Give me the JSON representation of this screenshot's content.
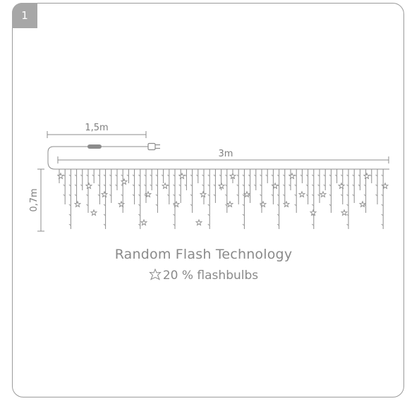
{
  "panel": {
    "number": "1"
  },
  "dimensions": {
    "cable_length": "1,5m",
    "curtain_width": "3m",
    "drop_height": "0,7m"
  },
  "caption": {
    "title": "Random Flash Technology",
    "flash_label": "20 % flashbulbs"
  },
  "icons": {
    "flash_bulb": "star-icon",
    "plug": "plug-icon"
  },
  "colors": {
    "line": "#8c8c8c",
    "text": "#8a8a8a",
    "badge": "#a7a7a7"
  }
}
